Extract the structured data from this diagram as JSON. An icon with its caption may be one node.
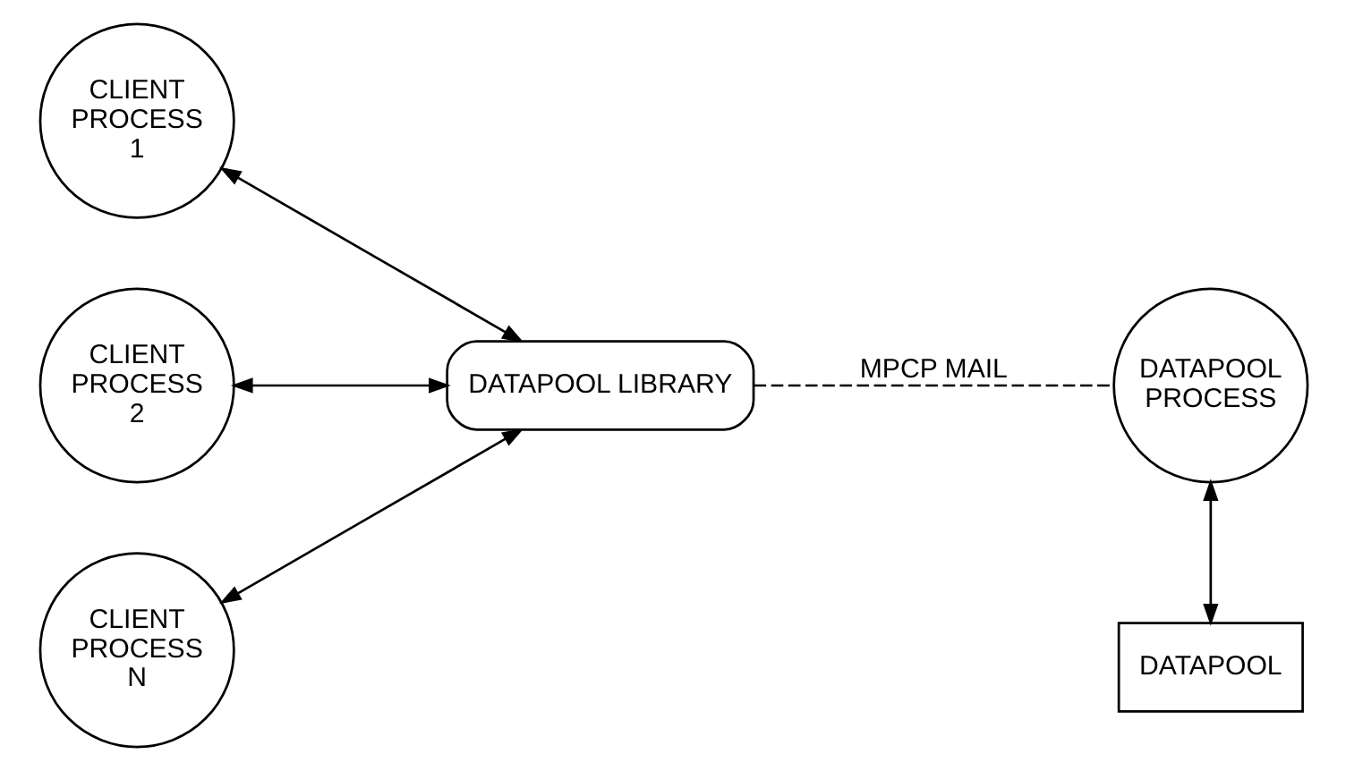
{
  "diagram": {
    "nodes": [
      {
        "text": [
          "CLIENT PROCESS 1"
        ]
      },
      {
        "text": [
          "CLIENT PROCESS 2"
        ]
      },
      {
        "text": [
          "CLIENT PROCESS N"
        ]
      },
      {
        "text": [
          "DATAPOOL LIBRARY"
        ]
      },
      {
        "text": [
          "DATAPOOL PROCESS"
        ]
      },
      {
        "text": [
          "DATAPOOL"
        ]
      }
    ],
    "edges": [
      {
        "from": 0,
        "to": 3,
        "arrow": "both"
      },
      {
        "from": 1,
        "to": 3,
        "arrow": "both"
      },
      {
        "from": 2,
        "to": 3,
        "arrow": "both"
      },
      {
        "from": 3,
        "to": 4,
        "arrow": "none",
        "label": "MPCP MAIL",
        "style": "dashed"
      },
      {
        "from": 4,
        "to": 5,
        "arrow": "both"
      }
    ]
  }
}
